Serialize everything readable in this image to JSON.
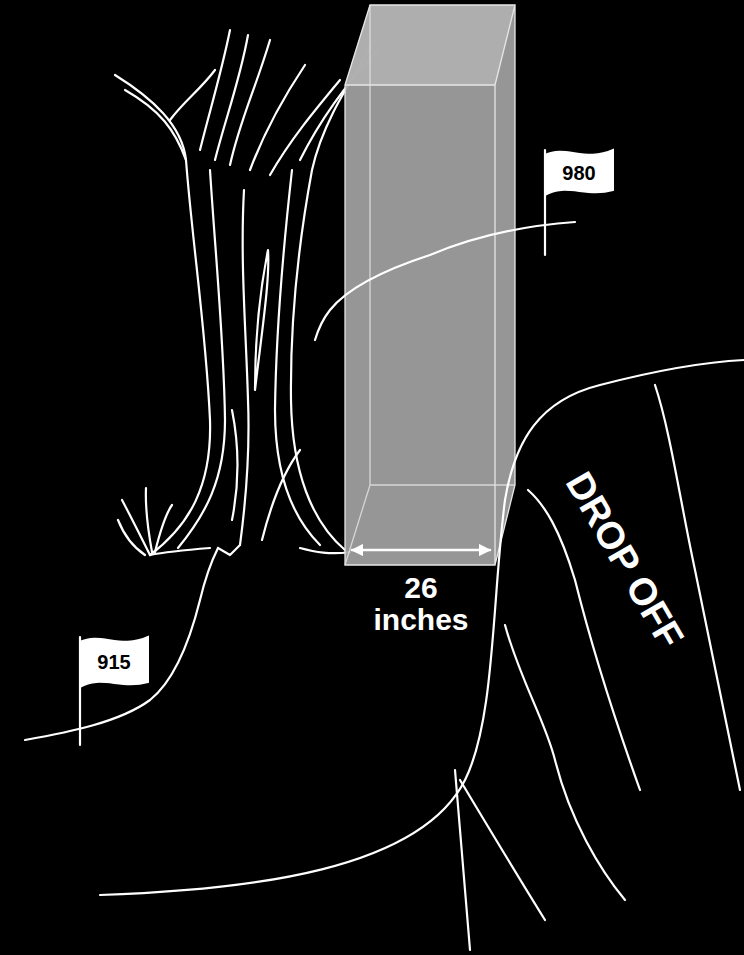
{
  "diagram": {
    "nodes": [
      {
        "text": [
          "980"
        ]
      },
      {
        "text": [
          "915"
        ]
      }
    ],
    "labels": [
      "26 inches",
      "DROP OFF"
    ]
  }
}
